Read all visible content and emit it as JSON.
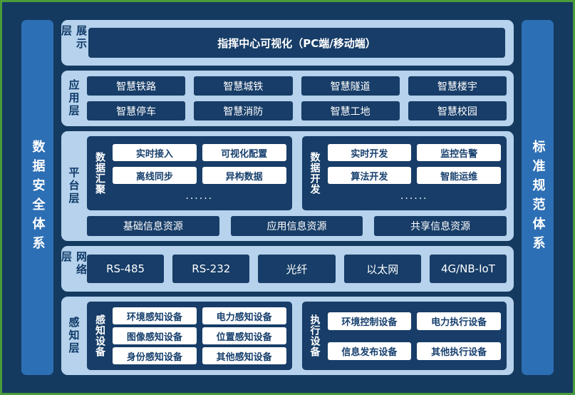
{
  "pillars": {
    "left": "数据安全体系",
    "right": "标准规范体系"
  },
  "layers": {
    "presentation": {
      "label": "展示层",
      "box": "指挥中心可视化（PC端/移动端）"
    },
    "application": {
      "label": "应用层",
      "items": [
        "智慧铁路",
        "智慧城铁",
        "智慧隧道",
        "智慧楼宇",
        "智慧停车",
        "智慧消防",
        "智慧工地",
        "智慧校园"
      ]
    },
    "platform": {
      "label": "平台层",
      "groups": [
        {
          "label": "数据汇聚",
          "items": [
            "实时接入",
            "可视化配置",
            "离线同步",
            "异构数据"
          ],
          "more": "......"
        },
        {
          "label": "数据开发",
          "items": [
            "实时开发",
            "监控告警",
            "算法开发",
            "智能运维"
          ],
          "more": "......"
        }
      ],
      "resources": [
        "基础信息资源",
        "应用信息资源",
        "共享信息资源"
      ]
    },
    "network": {
      "label": "网络层",
      "items": [
        "RS-485",
        "RS-232",
        "光纤",
        "以太网",
        "4G/NB-IoT"
      ]
    },
    "perception": {
      "label": "感知层",
      "groups": [
        {
          "label": "感知设备",
          "items": [
            "环境感知设备",
            "电力感知设备",
            "图像感知设备",
            "位置感知设备",
            "身份感知设备",
            "其他感知设备"
          ]
        },
        {
          "label": "执行设备",
          "items": [
            "环境控制设备",
            "电力执行设备",
            "信息发布设备",
            "其他执行设备"
          ]
        }
      ]
    }
  },
  "colors": {
    "frame_border_green": "#4a9b3c",
    "background_navy": "#143a60",
    "pillar_blue": "#2d6fb5",
    "panel_light_blue": "#b6d2ec",
    "box_dark_navy": "#173d68",
    "chip_white": "#ffffff",
    "text_dark_navy": "#17406e"
  }
}
